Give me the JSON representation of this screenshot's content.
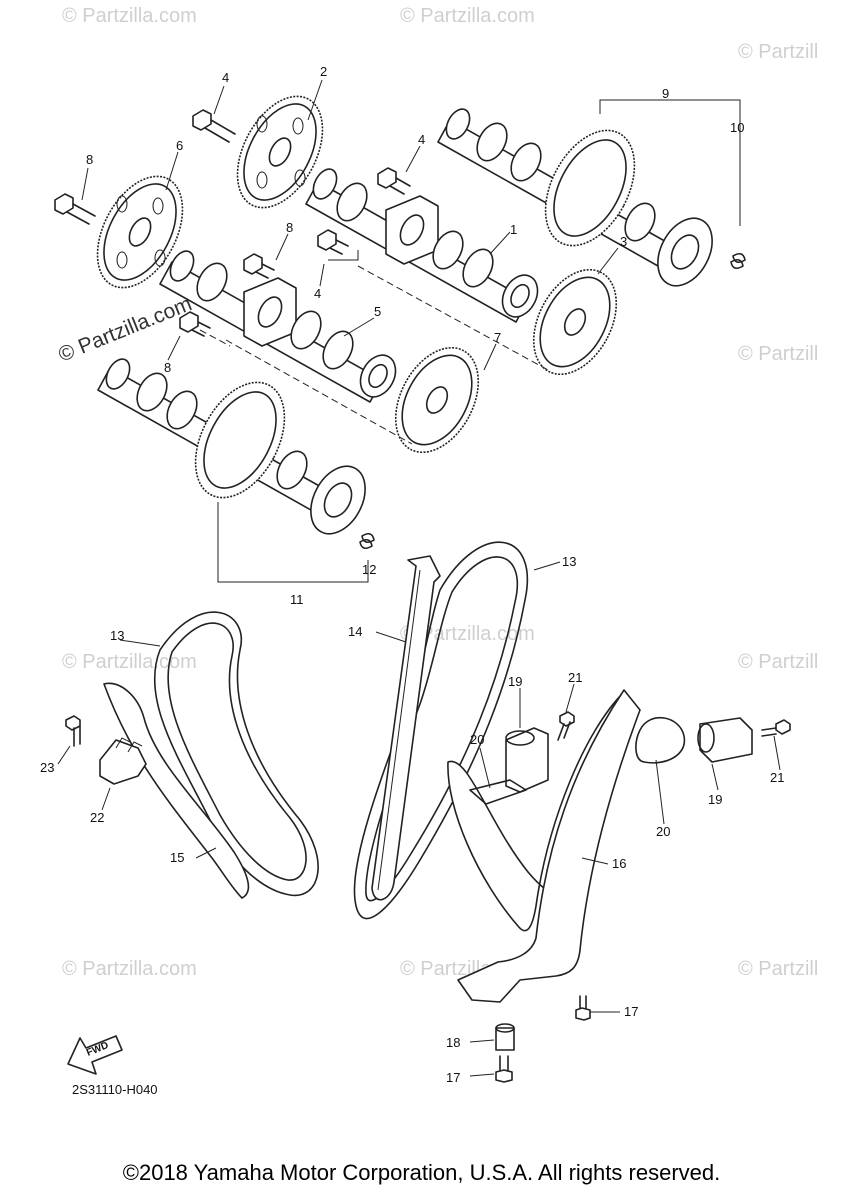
{
  "diagram": {
    "callouts": [
      "1",
      "2",
      "3",
      "4",
      "4",
      "4",
      "5",
      "6",
      "7",
      "8",
      "8",
      "8",
      "9",
      "10",
      "11",
      "12",
      "13",
      "13",
      "14",
      "15",
      "16",
      "17",
      "17",
      "18",
      "19",
      "19",
      "20",
      "20",
      "21",
      "21",
      "22",
      "23"
    ],
    "figure_code": "2S31110-H040",
    "fwd_label": "FWD"
  },
  "watermark": {
    "text": "© Partzilla.com",
    "short_text": "© Partzill"
  },
  "footer": {
    "copyright": "©2018 Yamaha Motor Corporation, U.S.A. All rights reserved."
  }
}
